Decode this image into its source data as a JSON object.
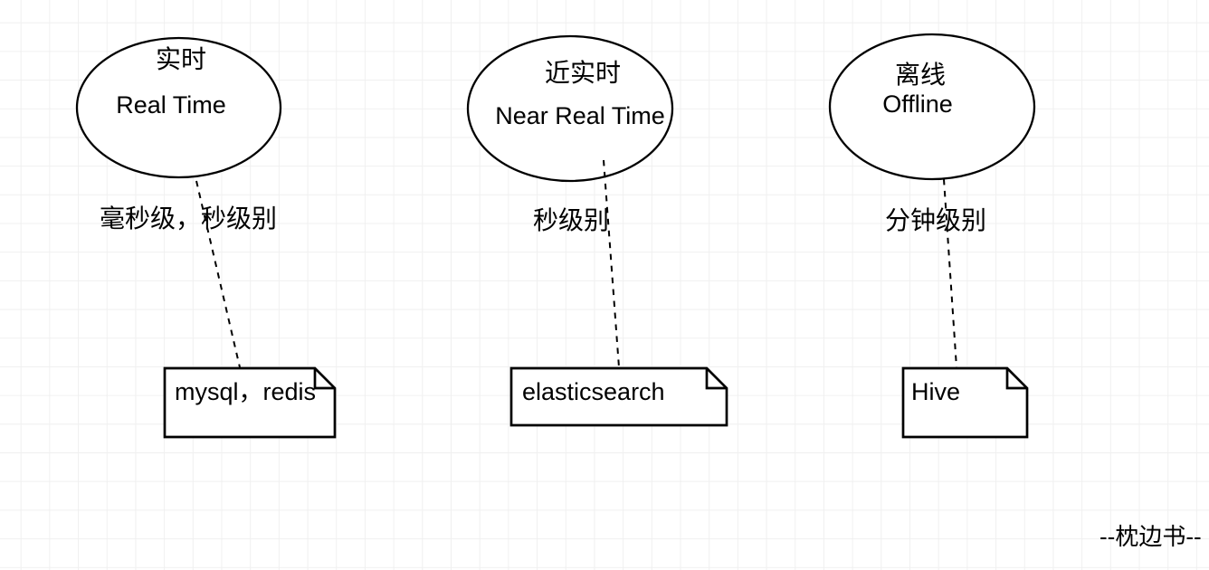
{
  "diagram": {
    "background_color": "#ffffff",
    "grid_color": "#f0f0f0",
    "stroke_color": "#000000",
    "text_color": "#000000"
  },
  "nodes": [
    {
      "name": "real-time",
      "label_zh": "实时",
      "label_en": "Real Time"
    },
    {
      "name": "near-real-time",
      "label_zh": "近实时",
      "label_en": "Near Real Time"
    },
    {
      "name": "offline",
      "label_zh": "离线",
      "label_en": "Offline"
    }
  ],
  "edges": [
    {
      "from": "real-time",
      "to": "mysql-redis",
      "label": "毫秒级，秒级别"
    },
    {
      "from": "near-real-time",
      "to": "elasticsearch",
      "label": "秒级别"
    },
    {
      "from": "offline",
      "to": "hive",
      "label": "分钟级别"
    }
  ],
  "notes": [
    {
      "name": "mysql-redis",
      "text": "mysql，redis"
    },
    {
      "name": "elasticsearch",
      "text": "elasticsearch"
    },
    {
      "name": "hive",
      "text": "Hive"
    }
  ],
  "watermark": "--枕边书--"
}
